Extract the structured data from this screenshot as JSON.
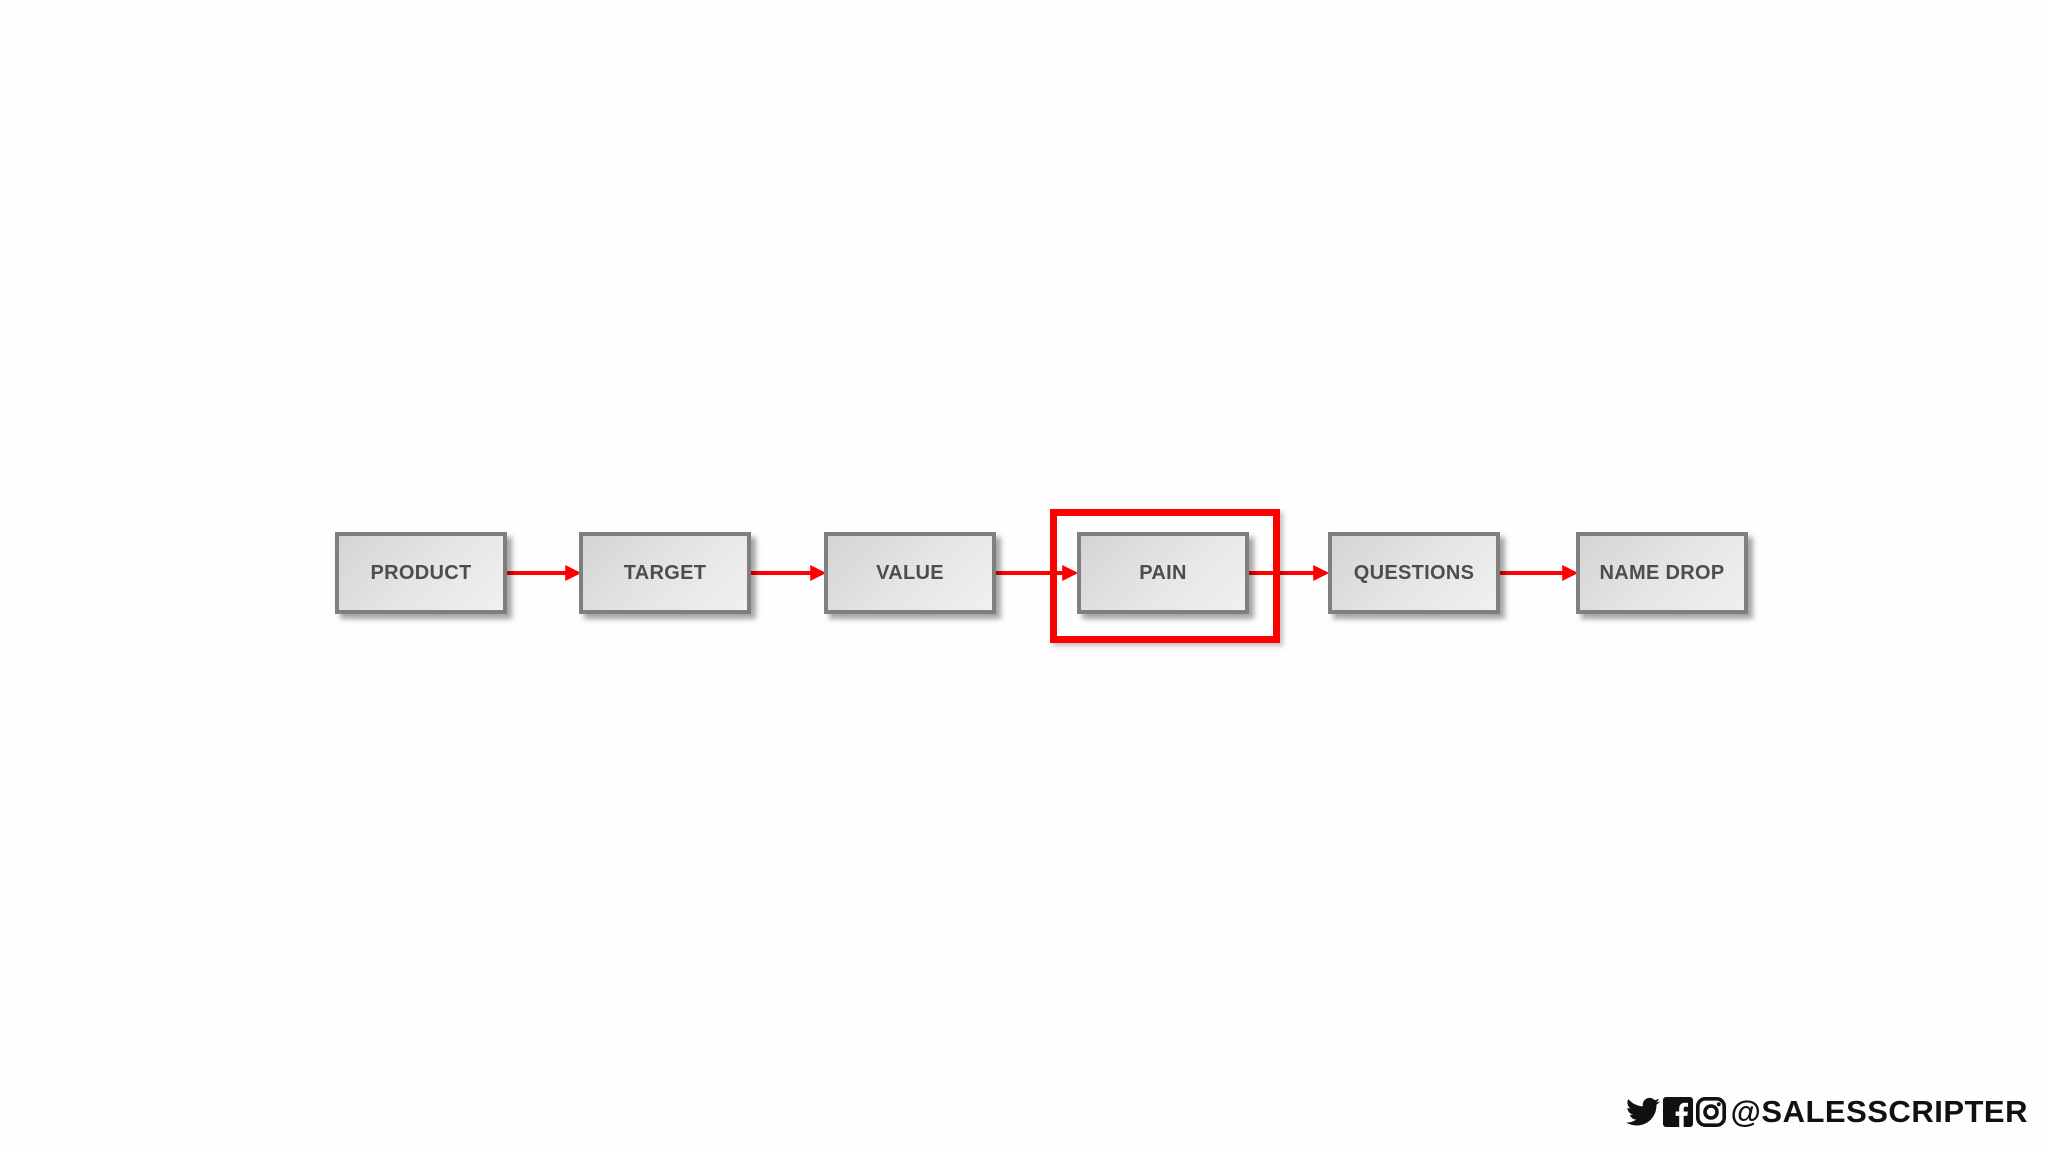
{
  "steps": [
    {
      "label": "PRODUCT"
    },
    {
      "label": "TARGET"
    },
    {
      "label": "VALUE"
    },
    {
      "label": "PAIN"
    },
    {
      "label": "QUESTIONS"
    },
    {
      "label": "NAME DROP"
    }
  ],
  "highlighted_step": "PAIN",
  "footer": {
    "icons": [
      "twitter-icon",
      "facebook-icon",
      "instagram-icon"
    ],
    "handle": "@SALESSCRIPTER"
  },
  "colors": {
    "arrow": "#ff0000",
    "highlight": "#ff0000",
    "box_border": "#7f7f7f",
    "box_text": "#4d4d4d"
  }
}
